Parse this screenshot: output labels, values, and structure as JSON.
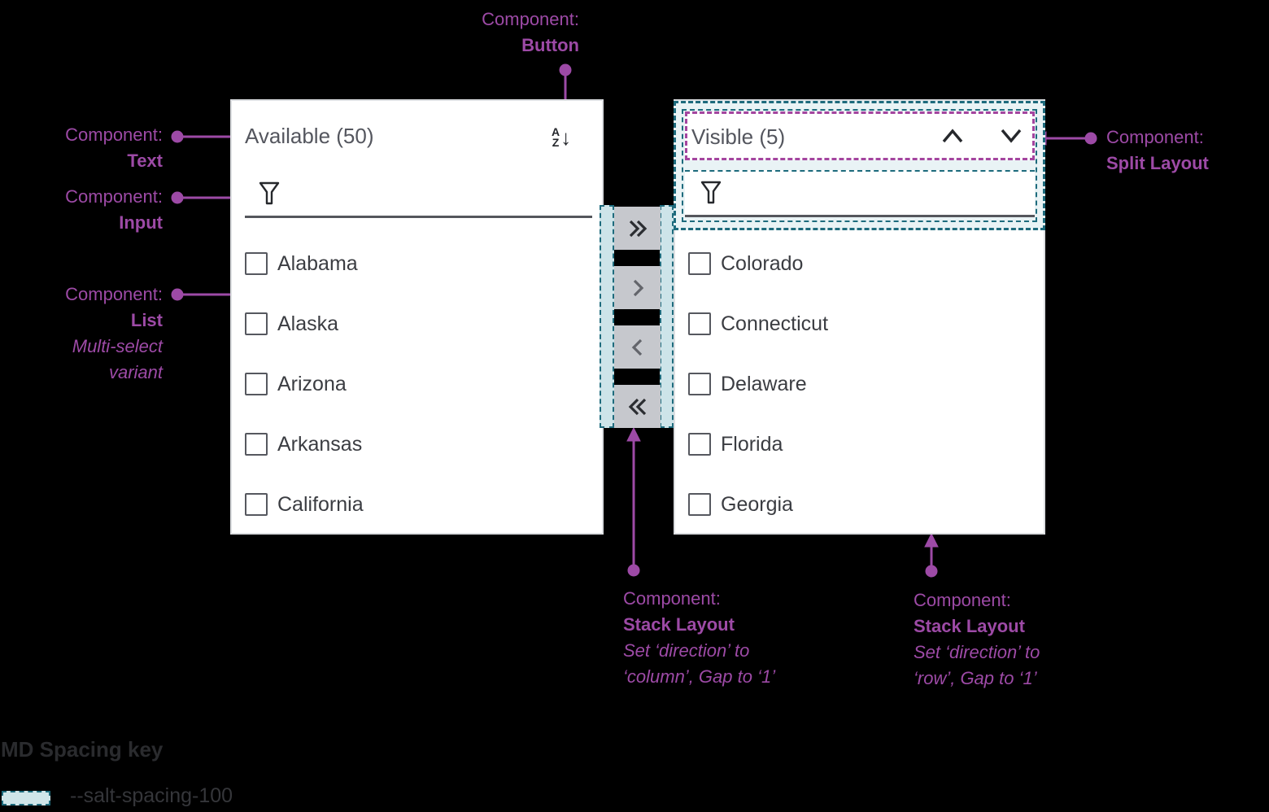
{
  "colors": {
    "background": "#000000",
    "annotation_purple": "#9d4aa6",
    "spacing_teal_border": "#1e6b7d",
    "spacing_teal_fill": "#cde4e9",
    "spacing_teal_fill_light": "#e9f3f5",
    "split_highlight_purple": "#a4459f",
    "panel_background": "#ffffff",
    "transfer_button_background": "#c6c8cd",
    "heading_text_gray": "#54565e",
    "list_text_gray": "#3b3d42"
  },
  "annotations": {
    "button": {
      "prefix": "Component:",
      "name": "Button"
    },
    "text": {
      "prefix": "Component:",
      "name": "Text"
    },
    "input": {
      "prefix": "Component:",
      "name": "Input"
    },
    "list": {
      "prefix": "Component:",
      "name": "List",
      "note1": "Multi-select",
      "note2": "variant"
    },
    "split_layout": {
      "prefix": "Component:",
      "name": "Split Layout"
    },
    "stack_column": {
      "prefix": "Component:",
      "name": "Stack Layout",
      "note1": "Set ‘direction’ to",
      "note2": "‘column’, Gap to ‘1’"
    },
    "stack_row": {
      "prefix": "Component:",
      "name": "Stack Layout",
      "note1": "Set ‘direction’ to",
      "note2": "‘row’, Gap to ‘1’"
    }
  },
  "available_panel": {
    "title": "Available (50)",
    "sort_icon": {
      "icon": "sort-az-icon",
      "letter_top": "A",
      "letter_bottom": "Z",
      "arrow_glyph": "↓"
    },
    "filter": {
      "icon": "filter-icon",
      "value": "",
      "placeholder": ""
    },
    "items": [
      {
        "label": "Alabama",
        "checked": false
      },
      {
        "label": "Alaska",
        "checked": false
      },
      {
        "label": "Arizona",
        "checked": false
      },
      {
        "label": "Arkansas",
        "checked": false
      },
      {
        "label": "California",
        "checked": false
      }
    ]
  },
  "visible_panel": {
    "title": "Visible (5)",
    "header_icons": {
      "up": "chevron-up-icon",
      "down": "chevron-down-icon"
    },
    "filter": {
      "icon": "filter-icon",
      "value": "",
      "placeholder": ""
    },
    "items": [
      {
        "label": "Colorado",
        "checked": false
      },
      {
        "label": "Connecticut",
        "checked": false
      },
      {
        "label": "Delaware",
        "checked": false
      },
      {
        "label": "Florida",
        "checked": false
      },
      {
        "label": "Georgia",
        "checked": false
      }
    ]
  },
  "transfer_buttons": [
    {
      "icon": "double-chevron-right-icon",
      "emphasis": "dark"
    },
    {
      "icon": "chevron-right-icon",
      "emphasis": "muted"
    },
    {
      "icon": "chevron-left-icon",
      "emphasis": "muted"
    },
    {
      "icon": "double-chevron-left-icon",
      "emphasis": "dark"
    }
  ],
  "spacing_key": {
    "title": "MD Spacing key",
    "token": "--salt-spacing-100"
  }
}
